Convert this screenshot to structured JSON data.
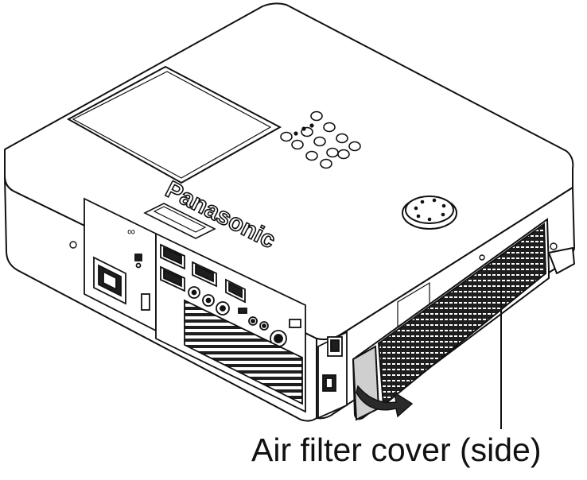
{
  "figure": {
    "subject": "Projector with side air filter cover",
    "caption": "Air filter cover (side)",
    "brand_mark": "Panasonic",
    "arrow_meaning": "cover opens outward",
    "colors": {
      "line": "#111111",
      "fill": "#ffffff",
      "grille": "#1e1e1e",
      "arrow": "#2a2a2a"
    }
  },
  "icons": [
    "projector-body",
    "control-buttons",
    "focus-zoom-dial",
    "power-inlet",
    "rgb-port",
    "av-jacks",
    "vent-grille",
    "air-filter-cover",
    "open-arrow",
    "lock-icon",
    "leader-line"
  ]
}
